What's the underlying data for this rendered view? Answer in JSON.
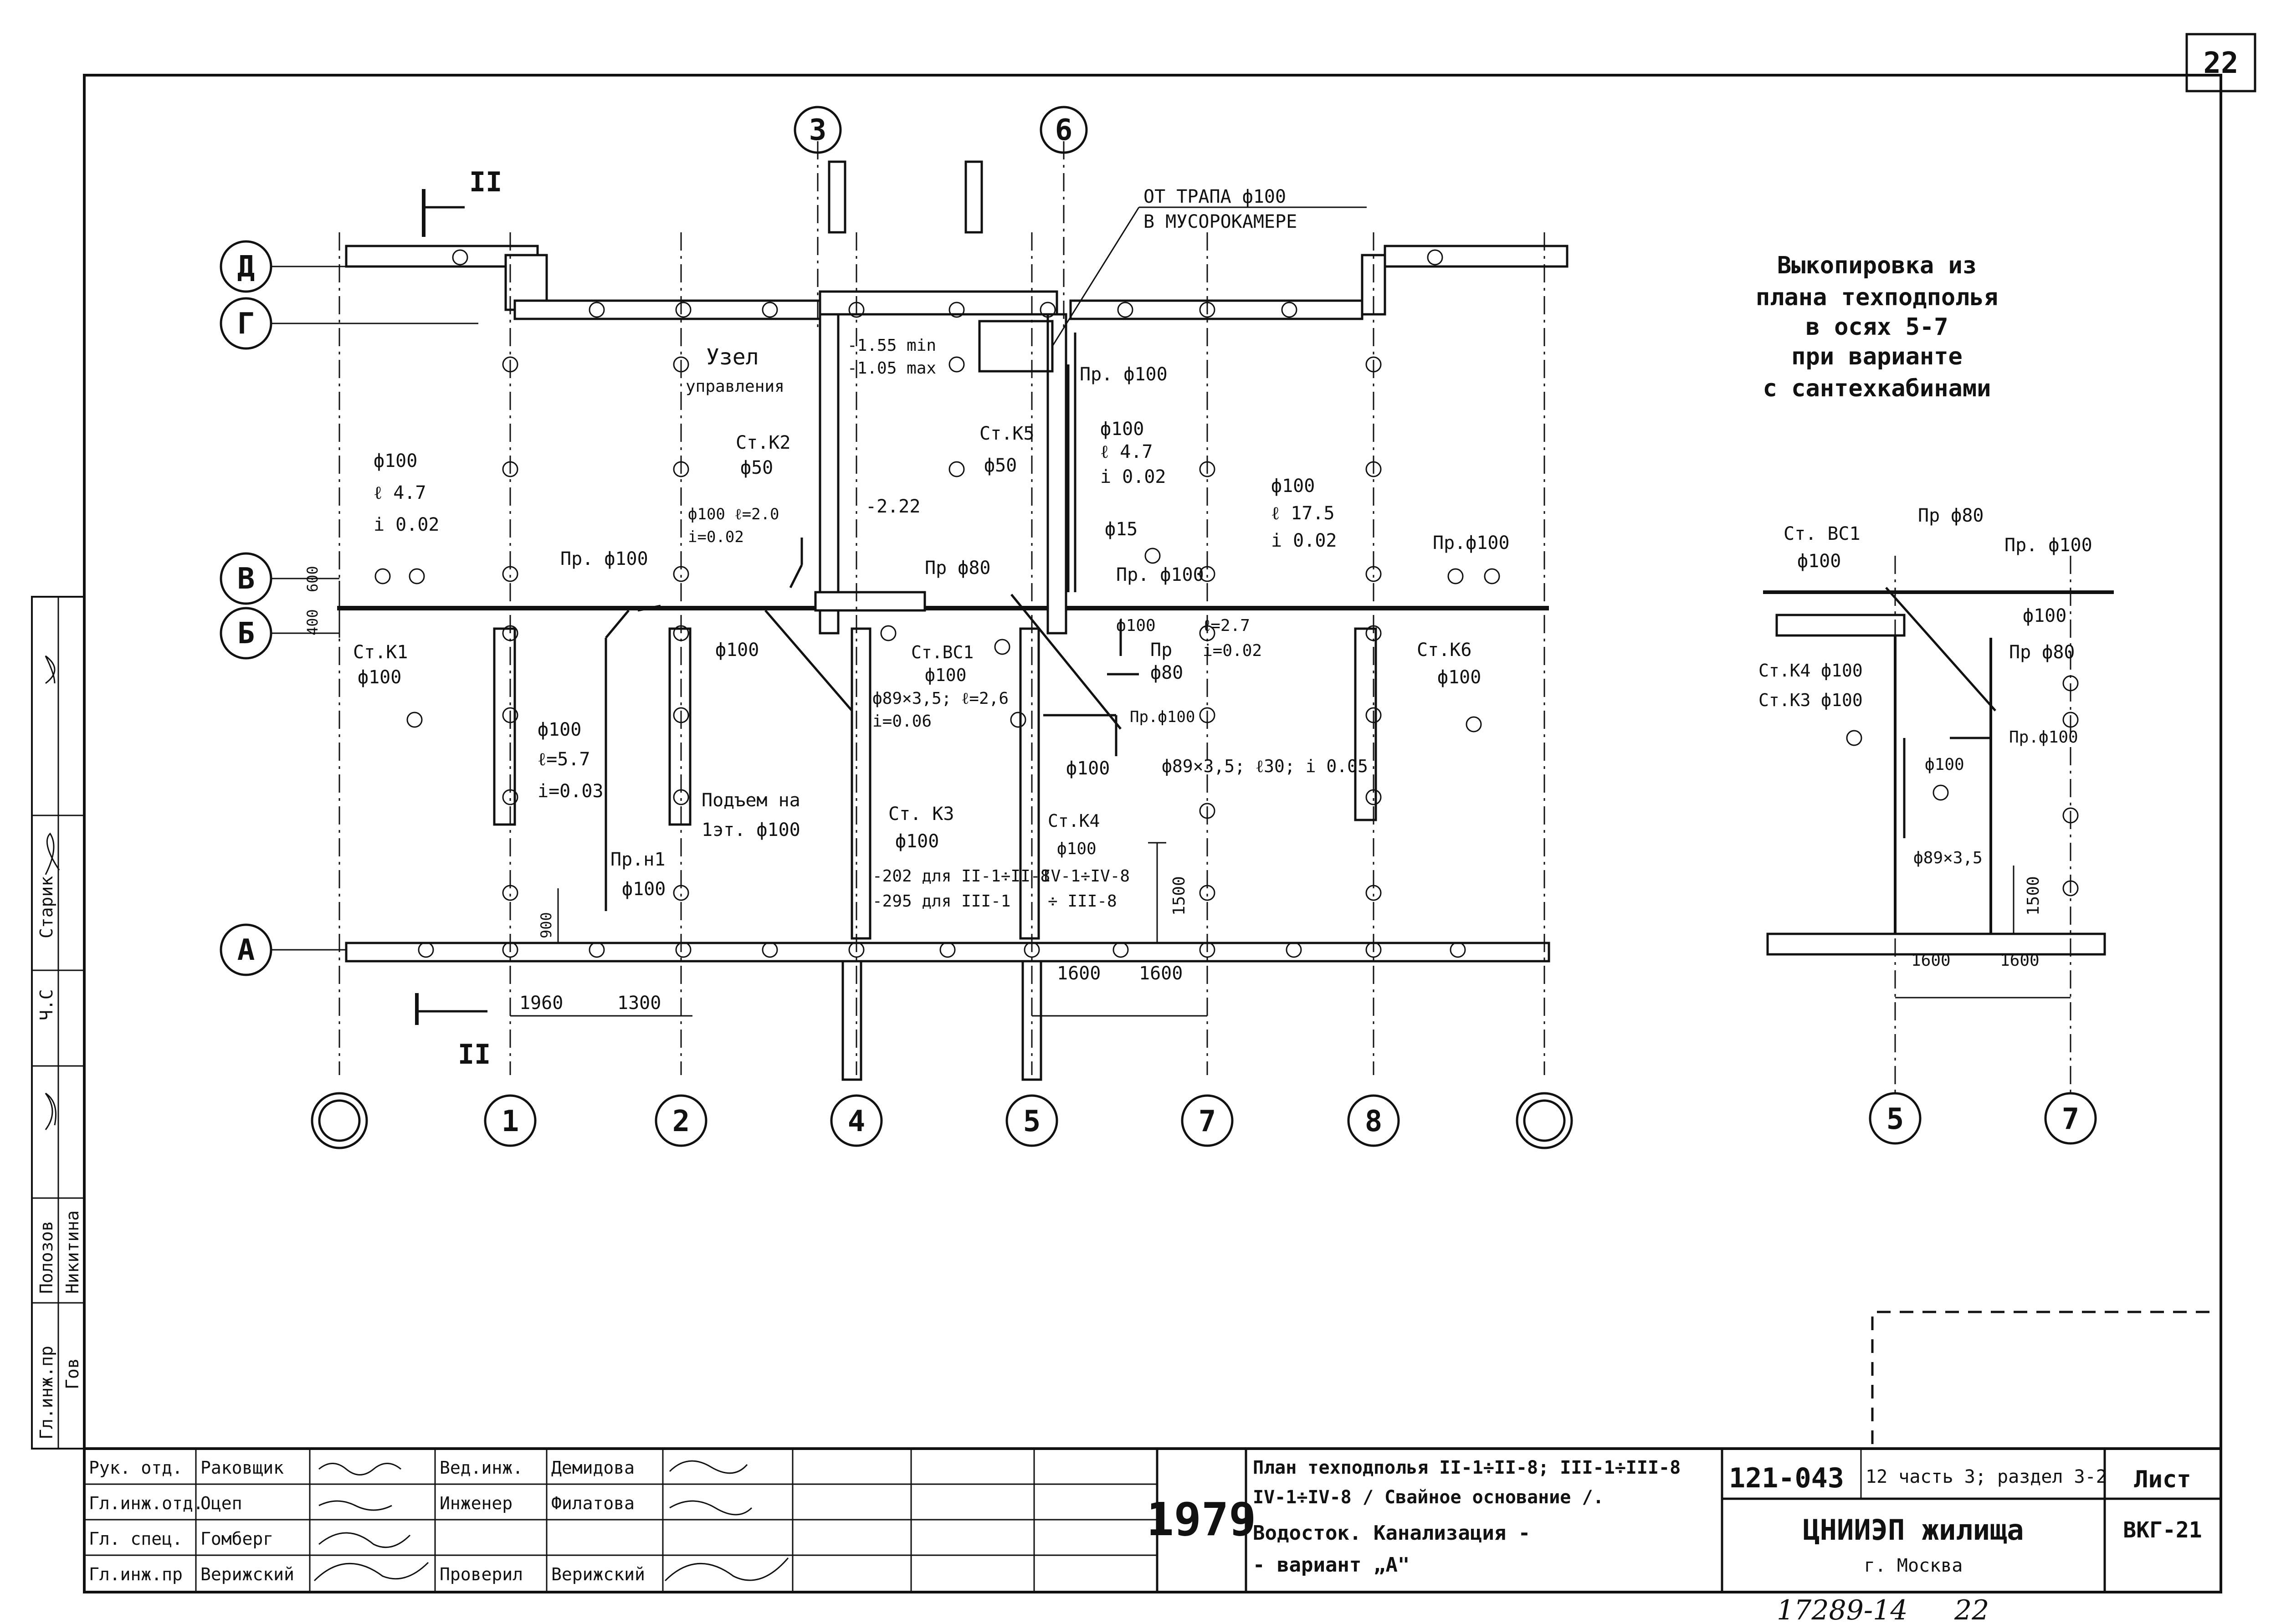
{
  "sheet_number": "22",
  "axes": {
    "columns": [
      "1",
      "2",
      "4",
      "5",
      "7",
      "8"
    ],
    "rows": [
      "Д",
      "Г",
      "В",
      "Б",
      "А"
    ],
    "top_columns": [
      "3",
      "6"
    ],
    "inset_columns": [
      "5",
      "7"
    ],
    "section_mark": "II"
  },
  "main_plan": {
    "labels": {
      "trap": "ОТ ТРАПА ф100",
      "trap2": "В МУСОРОКАМЕРЕ",
      "uzel1": "Узел",
      "uzel2": "управления",
      "lvl1": "-1.55 min",
      "lvl2": "-1.05 max",
      "lvl3": "-2.22",
      "pr100_top": "Пр. ф100",
      "stk2": "Ст.К2",
      "stk2d": "ф50",
      "stk5": "Ст.К5",
      "stk5d": "ф50",
      "p1a": "ф100",
      "p1b": "ℓ 4.7",
      "p1c": "i 0.02",
      "p2a": "ф100 ℓ=2.0",
      "p2b": "i=0.02",
      "p3a": "ф100",
      "p3b": "ℓ 4.7",
      "p3c": "i 0.02",
      "p4a": "ф100",
      "p4b": "ℓ 17.5",
      "p4c": "i 0.02",
      "f15": "ф15",
      "pr100_l": "Пр. ф100",
      "pr100_mid": "Пр. ф100",
      "pr100_r": "Пр.ф100",
      "pr80": "Пр ф80",
      "stk1": "Ст.К1",
      "stk1d": "ф100",
      "f100_a": "ф100",
      "stvc1": "Ст.ВС1",
      "stvc1d": "ф100",
      "p5": "ф89×3,5; ℓ=2,6",
      "p5b": "i=0.06",
      "p6a": "ф100",
      "p6b": "ℓ=2.7",
      "p6c": "i=0.02",
      "pr_a": "Пр",
      "pr_b": "ф80",
      "stk6": "Ст.К6",
      "stk6d": "ф100",
      "prf100b": "Пр.ф100",
      "f100_b": "ф100",
      "p7": "ф89×3,5; ℓ30; i 0.05",
      "p8a": "ф100",
      "p8b": "ℓ=5.7",
      "p8c": "i=0.03",
      "podem1": "Подъем на",
      "podem2": "1эт. ф100",
      "stk3": "Ст. К3",
      "stk3d": "ф100",
      "stk4": "Ст.К4",
      "stk4d": "ф100",
      "prn1": "Пр.н1",
      "prn1d": "ф100",
      "m202": "-202 для II-1÷II-8",
      "m295": "-295 для III-1",
      "m4a": "IV-1÷IV-8",
      "m4b": "÷ III-8",
      "d400": "400",
      "d600": "600",
      "d900": "900",
      "d1500": "1500",
      "d1960": "1960",
      "d1300": "1300",
      "d1600a": "1600",
      "d1600b": "1600"
    }
  },
  "title_note": [
    "Выкопировка из",
    "плана техподполья",
    "в осях 5-7",
    "при варианте",
    "с сантехкабинами"
  ],
  "inset": {
    "stvc1": "Ст. ВС1",
    "stvc1d": "ф100",
    "pr80": "Пр ф80",
    "pr100": "Пр. ф100",
    "f100": "ф100",
    "pr80b": "Пр ф80",
    "stk4": "Ст.К4 ф100",
    "stk3": "Ст.К3 ф100",
    "prf100": "Пр.ф100",
    "f100b": "ф100",
    "p89": "ф89×3,5",
    "d1500": "1500",
    "d1600a": "1600",
    "d1600b": "1600"
  },
  "side_stamp": [
    "Старик",
    "Ч.С",
    "Полозов",
    "Никитина",
    "Гл.инж.пр",
    "Гов"
  ],
  "title_block": {
    "roles": [
      "Рук. отд.",
      "Гл.инж.отд.",
      "Гл. спец.",
      "Гл.инж.пр"
    ],
    "names": [
      "Раковщик",
      "Оцеп",
      "Гомберг",
      "Верижский"
    ],
    "roles2": [
      "Вед.инж.",
      "Инженер",
      "Проверил"
    ],
    "names2": [
      "Демидова",
      "Филатова",
      "Верижский"
    ],
    "year": "1979",
    "title_lines": [
      "План техподполья II-1÷II-8; III-1÷III-8",
      "IV-1÷IV-8 / Свайное основание /.",
      "Водосток. Канализация -",
      "- вариант „А\""
    ],
    "doc_code": "121-043",
    "doc_part": "12 часть 3; раздел 3-2",
    "org": "ЦНИИЭП жилища",
    "city": "г. Москва",
    "sheet_label": "Лист",
    "sheet_code": "ВКГ-21"
  },
  "footer": {
    "inv": "17289-14",
    "page": "22"
  }
}
